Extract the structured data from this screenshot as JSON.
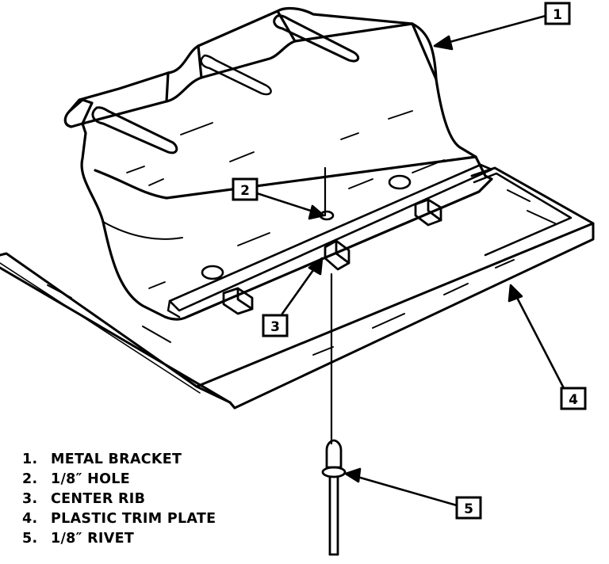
{
  "callouts": [
    {
      "number": "1"
    },
    {
      "number": "2"
    },
    {
      "number": "3"
    },
    {
      "number": "4"
    },
    {
      "number": "5"
    }
  ],
  "legend": [
    {
      "number": "1.",
      "label": "METAL BRACKET"
    },
    {
      "number": "2.",
      "label": "1/8″ HOLE"
    },
    {
      "number": "3.",
      "label": "CENTER RIB"
    },
    {
      "number": "4.",
      "label": "PLASTIC TRIM PLATE"
    },
    {
      "number": "5.",
      "label": "1/8″ RIVET"
    }
  ]
}
